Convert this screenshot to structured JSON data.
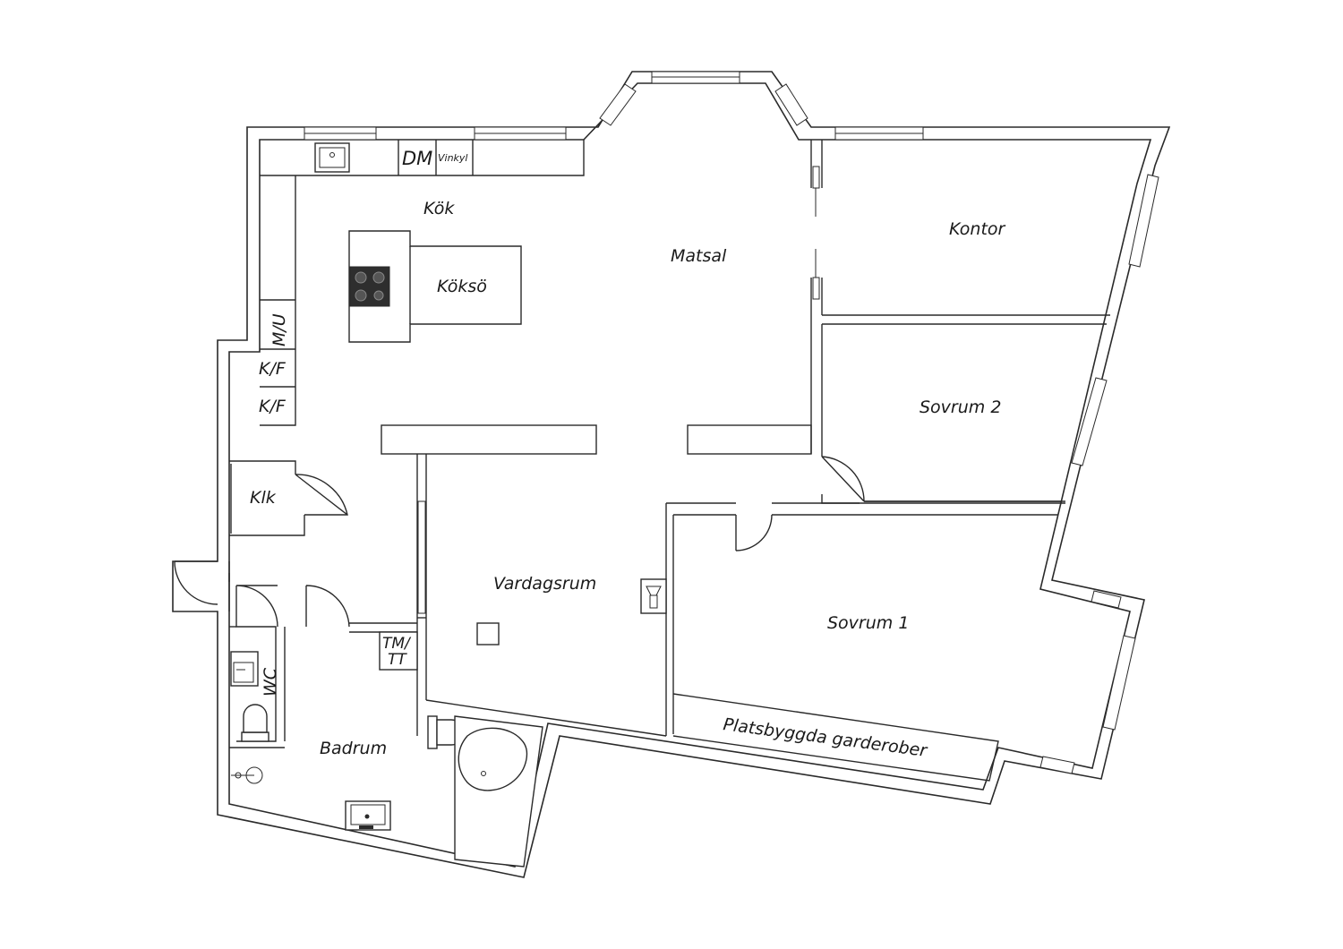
{
  "rooms": {
    "kok": "Kök",
    "koksö": "Köksö",
    "matsal": "Matsal",
    "kontor": "Kontor",
    "sovrum2": "Sovrum 2",
    "sovrum1": "Sovrum 1",
    "vardagsrum": "Vardagsrum",
    "badrum": "Badrum",
    "wc": "WC",
    "klk": "Klk",
    "garderober": "Platsbyggda garderober"
  },
  "fixtures": {
    "dm": "DM",
    "vinkyl": "Vinkyl",
    "mu": "M/U",
    "kf1": "K/F",
    "kf2": "K/F",
    "tm": "TM/",
    "tt": "TT"
  }
}
